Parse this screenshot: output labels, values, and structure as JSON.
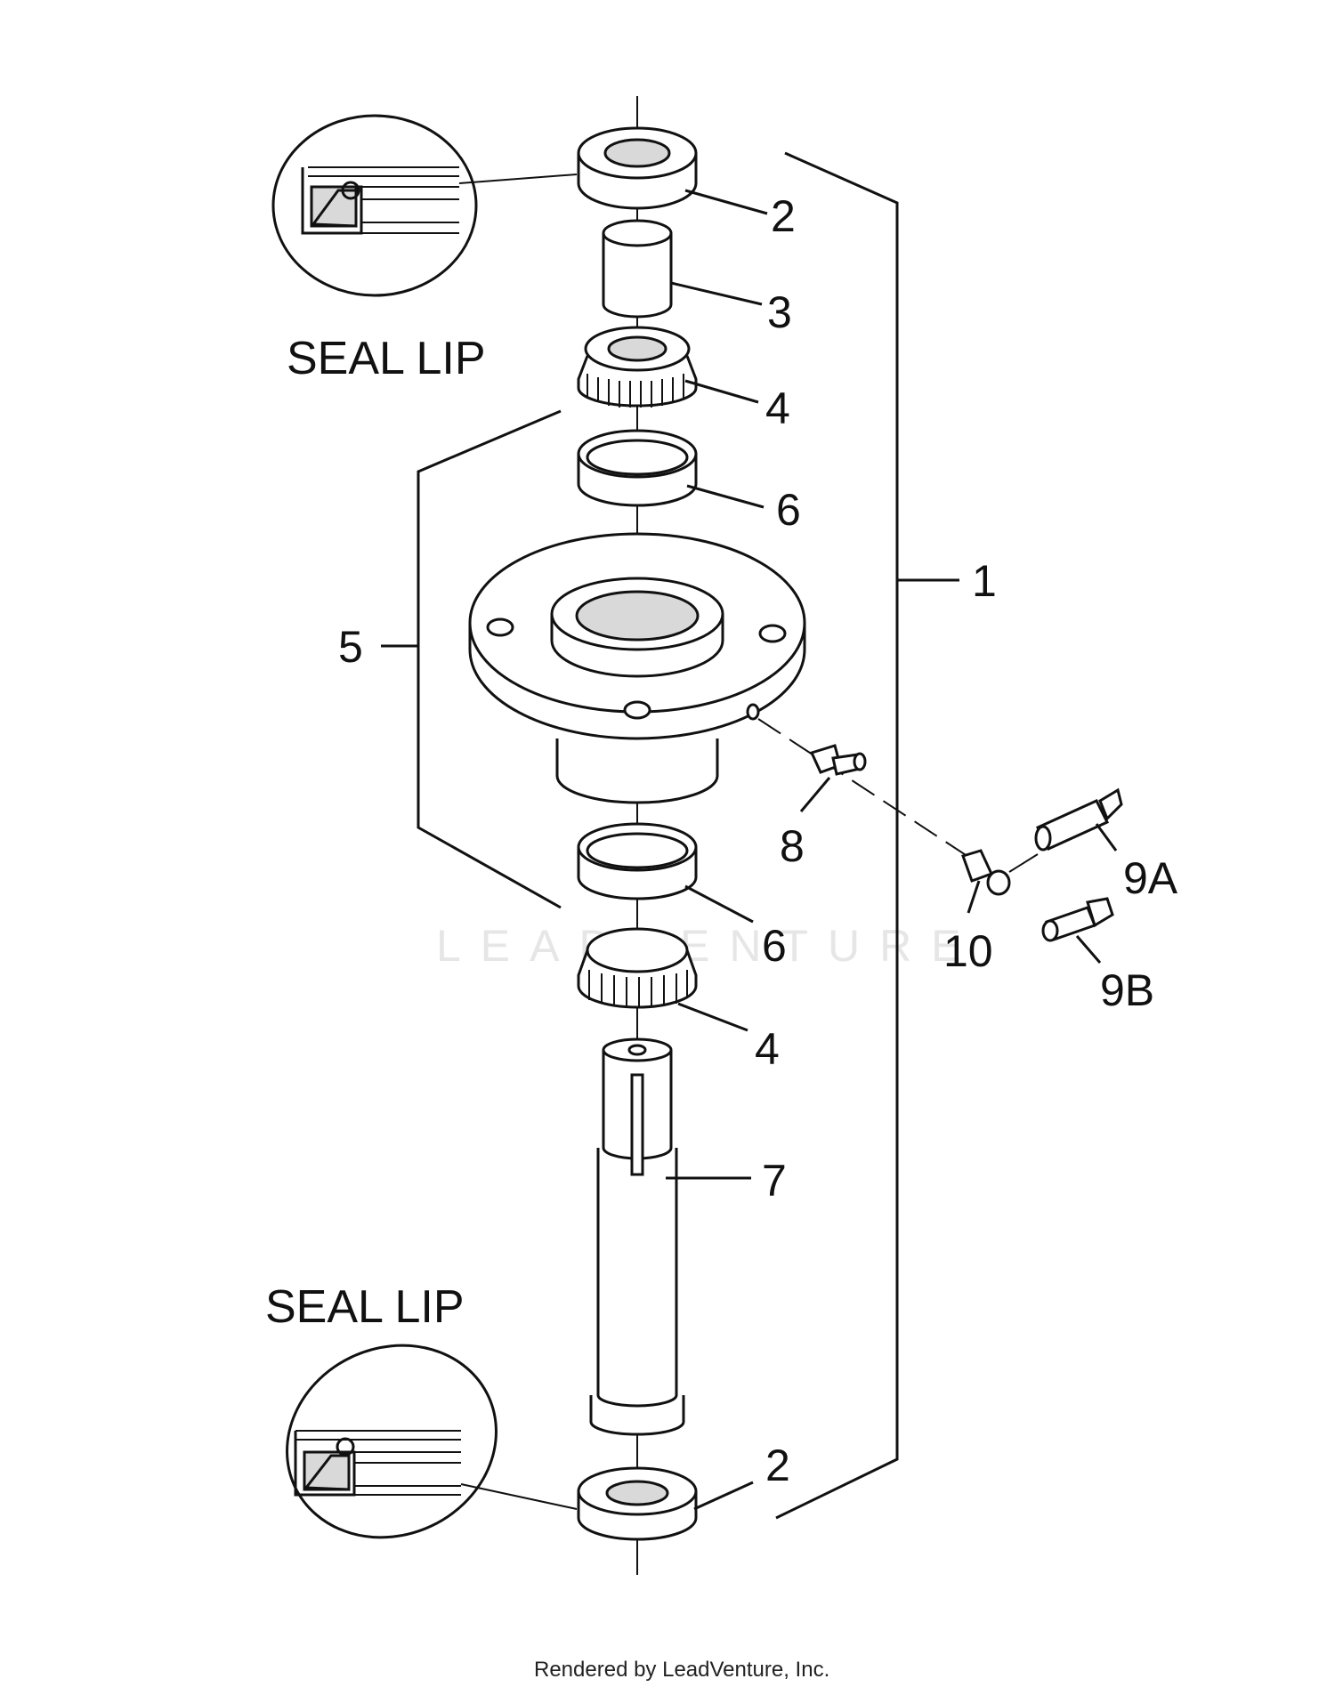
{
  "callouts": {
    "c1": "1",
    "c2_top": "2",
    "c3": "3",
    "c4_top": "4",
    "c5": "5",
    "c6_top": "6",
    "c8": "8",
    "c9a": "9A",
    "c9b": "9B",
    "c10": "10",
    "c6_bot": "6",
    "c4_bot": "4",
    "c7": "7",
    "c2_bot": "2"
  },
  "seal_lip_top": "SEAL LIP",
  "seal_lip_bottom": "SEAL LIP",
  "watermark": "LEADVENTURE",
  "footer": "Rendered by LeadVenture, Inc."
}
